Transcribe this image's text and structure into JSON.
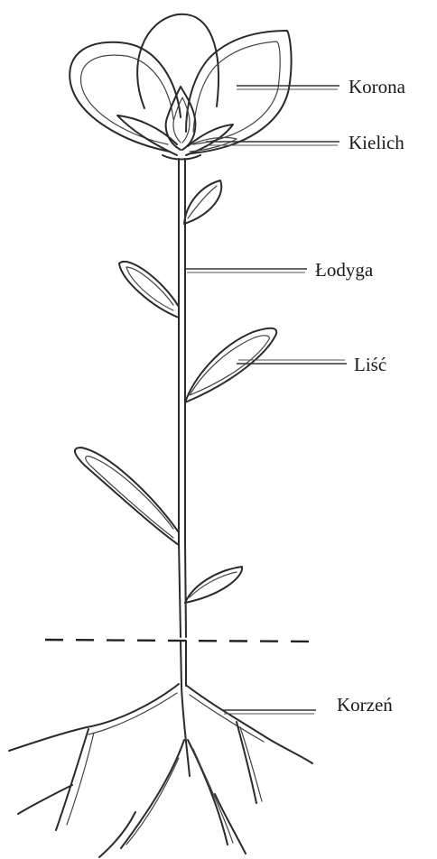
{
  "diagram": {
    "labels": {
      "corolla": "Korona",
      "calyx": "Kielich",
      "stem": "Łodyga",
      "leaf": "Liść",
      "root": "Korzeń"
    }
  }
}
